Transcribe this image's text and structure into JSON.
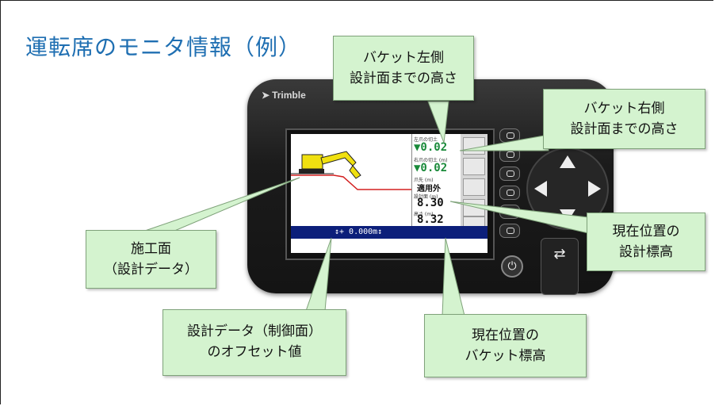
{
  "title": "運転席のモニタ情報（例）",
  "device": {
    "brand": "Trimble",
    "panel": {
      "left_label": "左爪の切土",
      "left_value": "▼0.02",
      "right_label": "右爪の切土 (m)",
      "right_value": "▼0.02",
      "status_label": "爪先 (m)",
      "status_value": "適用外",
      "design_label": "設計面 (m)",
      "design_value": "8.30",
      "height_label": "高さ (m)",
      "height_value": "8.32"
    },
    "offset": "↕+ 0.000m↕"
  },
  "callouts": {
    "bucket_left": [
      "バケット左側",
      "設計面までの高さ"
    ],
    "bucket_right": [
      "バケット右側",
      "設計面までの高さ"
    ],
    "construction_surface": [
      "施工面",
      "（設計データ）"
    ],
    "current_design_height": [
      "現在位置の",
      "設計標高"
    ],
    "design_offset": [
      "設計データ（制御面）",
      "のオフセット値"
    ],
    "current_bucket_height": [
      "現在位置の",
      "バケット標高"
    ]
  },
  "colors": {
    "callout_bg": "#d4f3cf",
    "title": "#1f6fb2",
    "status_bar": "#0c1f7a",
    "value_green": "#1a8a3a",
    "design_line": "#d32020"
  }
}
